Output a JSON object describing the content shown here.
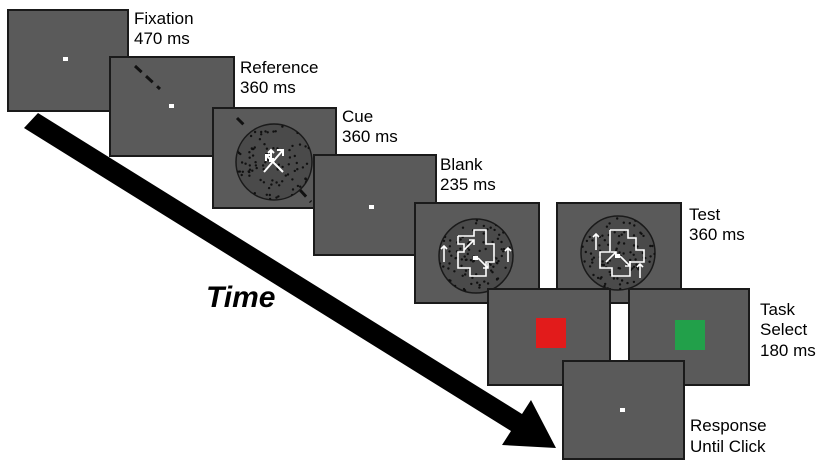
{
  "time_label": "Time",
  "colors": {
    "screen": "#5a5a5a",
    "border": "#1a1a1a",
    "task_red": "#e21b1b",
    "task_green": "#22a04a",
    "stimulus": "#ffffff"
  },
  "frames": [
    {
      "id": "fixation",
      "name": "Fixation",
      "duration": "470 ms"
    },
    {
      "id": "reference",
      "name": "Reference",
      "duration": "360 ms"
    },
    {
      "id": "cue",
      "name": "Cue",
      "duration": "360 ms"
    },
    {
      "id": "blank",
      "name": "Blank",
      "duration": "235 ms"
    },
    {
      "id": "test",
      "name": "Test",
      "duration": "360 ms"
    },
    {
      "id": "task-select",
      "name_line1": "Task",
      "name_line2": "Select",
      "duration": "180 ms"
    },
    {
      "id": "response",
      "name": "Response",
      "duration": "Until Click"
    }
  ]
}
